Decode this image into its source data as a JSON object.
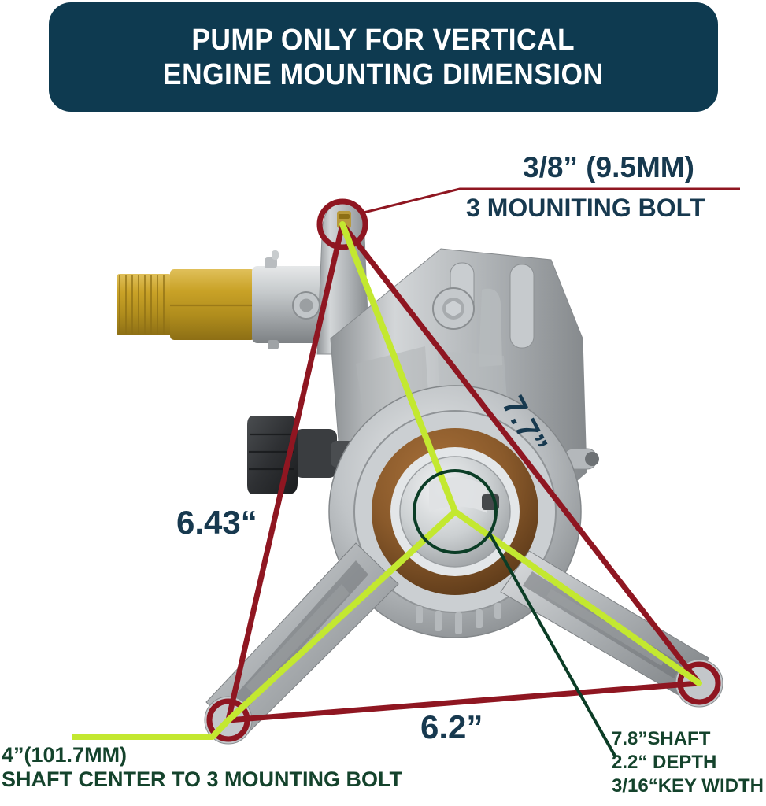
{
  "banner": {
    "line1": "PUMP ONLY FOR VERTICAL",
    "line2": "ENGINE MOUNTING DIMENSION",
    "bg_color": "#0e3a50",
    "text_color": "#ffffff"
  },
  "colors": {
    "navy_text": "#17394f",
    "green_text": "#14432c",
    "dim_red": "#8f1621",
    "leader_yellow_green": "#c3e830",
    "leader_dark_green": "#0b3d26",
    "aluminum_light": "#d7d9da",
    "aluminum_mid": "#a9adb0",
    "aluminum_dark": "#75797c",
    "brass": "#c9a227",
    "bronze_seal": "#8a5a2b",
    "knob_black": "#2e3033"
  },
  "annotations": {
    "bolt_size": "3/8” (9.5MM)",
    "bolt_count": "3 MOUNITING BOLT",
    "dim_left": "6.43“",
    "dim_bottom": "6.2”",
    "dim_right": "7.7”",
    "bottom_left_1": "4”(101.7MM)",
    "bottom_left_2": "SHAFT CENTER TO 3 MOUNTING BOLT",
    "bottom_right_1": "7.8”SHAFT",
    "bottom_right_2": "2.2“ DEPTH",
    "bottom_right_3": "3/16“KEY WIDTH"
  },
  "product": {
    "subject": "vertical-shaft pressure washer pump",
    "bolt_circle_markers": 3,
    "shaft_hub_marker": 1
  }
}
